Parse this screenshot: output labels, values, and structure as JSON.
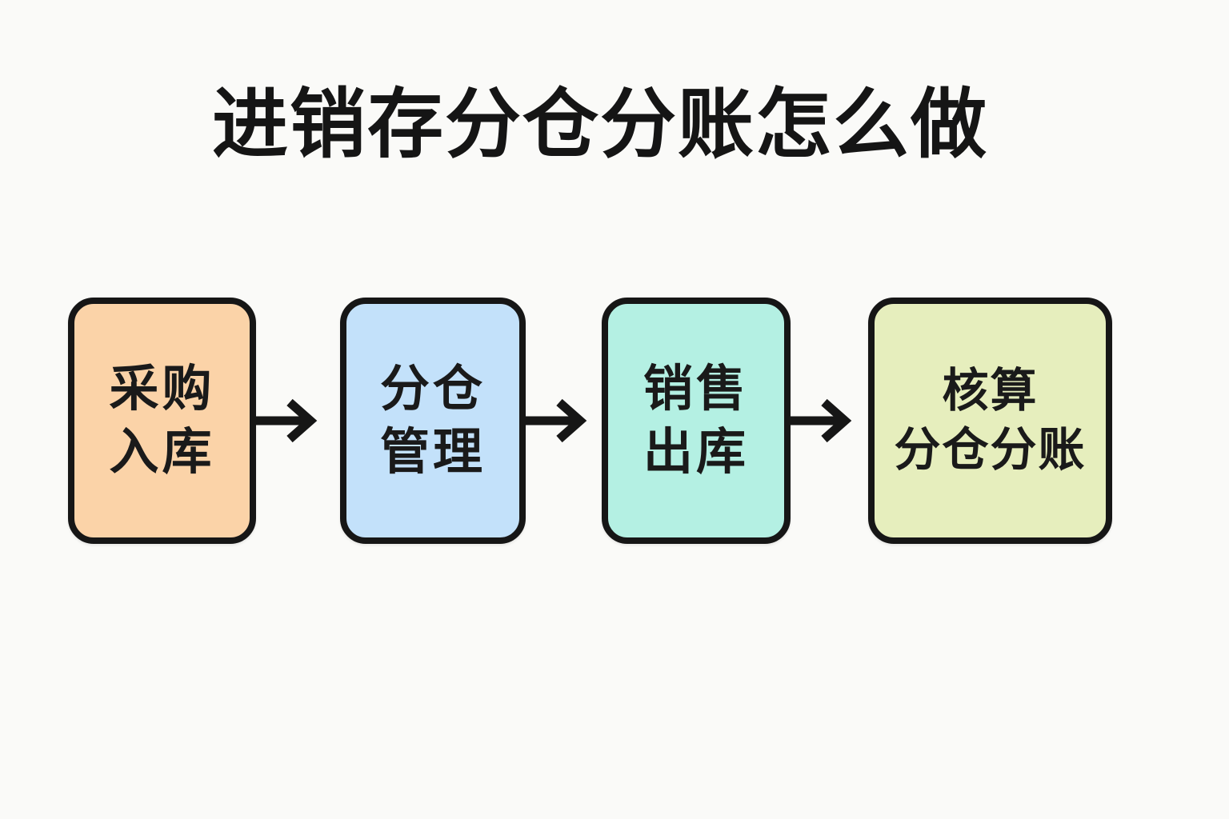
{
  "page": {
    "background": "#fafaf8"
  },
  "title": "进销存分仓分账怎么做",
  "flow": {
    "arrow_color": "#161616",
    "border_color": "#161616",
    "text_color": "#1a1a1a",
    "steps": [
      {
        "id": "purchase-inbound",
        "line1": "采购",
        "line2": "入库",
        "fill": "#fbd3a8"
      },
      {
        "id": "warehouse-management",
        "line1": "分仓",
        "line2": "管理",
        "fill": "#c3e1fa"
      },
      {
        "id": "sales-outbound",
        "line1": "销售",
        "line2": "出库",
        "fill": "#b4f0e3"
      },
      {
        "id": "accounting-split",
        "line1": "核算",
        "line2": "分仓分账",
        "fill": "#e6eebd"
      }
    ]
  }
}
